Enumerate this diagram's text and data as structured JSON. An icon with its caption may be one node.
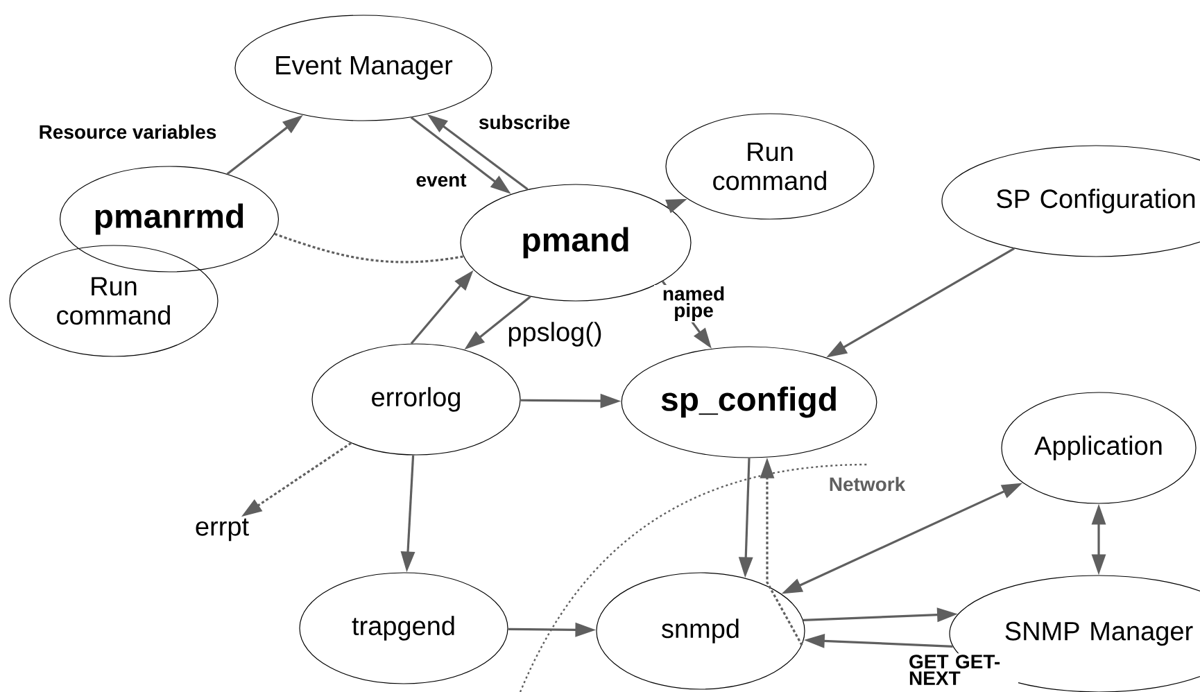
{
  "diagram": {
    "nodes": [
      {
        "text": [
          "Event Manager"
        ]
      },
      {
        "text": [
          "pmanrmd"
        ]
      },
      {
        "text": [
          "Run command"
        ]
      },
      {
        "text": [
          "pmand"
        ]
      },
      {
        "text": [
          "Run command"
        ]
      },
      {
        "text": [
          "SP Configuration"
        ]
      },
      {
        "text": [
          "errorlog"
        ]
      },
      {
        "text": [
          "sp_configd"
        ]
      },
      {
        "text": [
          "Application"
        ]
      },
      {
        "text": [
          "errpt"
        ]
      },
      {
        "text": [
          "trapgend"
        ]
      },
      {
        "text": [
          "snmpd"
        ]
      },
      {
        "text": [
          "SNMP Manager"
        ]
      }
    ],
    "edges": [
      {
        "from": 1,
        "to": 0,
        "arrow": "to",
        "label": "Resource variables"
      },
      {
        "from": 3,
        "to": 0,
        "arrow": "to",
        "label": "subscribe"
      },
      {
        "from": 0,
        "to": 3,
        "arrow": "to",
        "label": "event"
      },
      {
        "from": 1,
        "to": 3,
        "arrow": "none",
        "style": "dashed"
      },
      {
        "from": 3,
        "to": 4,
        "arrow": "to"
      },
      {
        "from": 6,
        "to": 3,
        "arrow": "to"
      },
      {
        "from": 3,
        "to": 6,
        "arrow": "to",
        "label": "ppslog()"
      },
      {
        "from": 3,
        "to": 7,
        "arrow": "to",
        "label": "named pipe"
      },
      {
        "from": 5,
        "to": 7,
        "arrow": "to"
      },
      {
        "from": 6,
        "to": 7,
        "arrow": "to"
      },
      {
        "from": 6,
        "to": 9,
        "arrow": "to",
        "style": "dashed"
      },
      {
        "from": 6,
        "to": 10,
        "arrow": "to"
      },
      {
        "from": 7,
        "to": 11,
        "arrow": "to"
      },
      {
        "from": 11,
        "to": 7,
        "arrow": "to",
        "style": "dashed"
      },
      {
        "from": 8,
        "to": 11,
        "arrow": "both"
      },
      {
        "from": 8,
        "to": 12,
        "arrow": "both"
      },
      {
        "from": 11,
        "to": 12,
        "arrow": "to"
      },
      {
        "from": 12,
        "to": 11,
        "arrow": "to",
        "label": "GET GET-NEXT"
      },
      {
        "from": 10,
        "to": 11,
        "arrow": "to"
      }
    ],
    "labels": [
      "Network"
    ]
  }
}
